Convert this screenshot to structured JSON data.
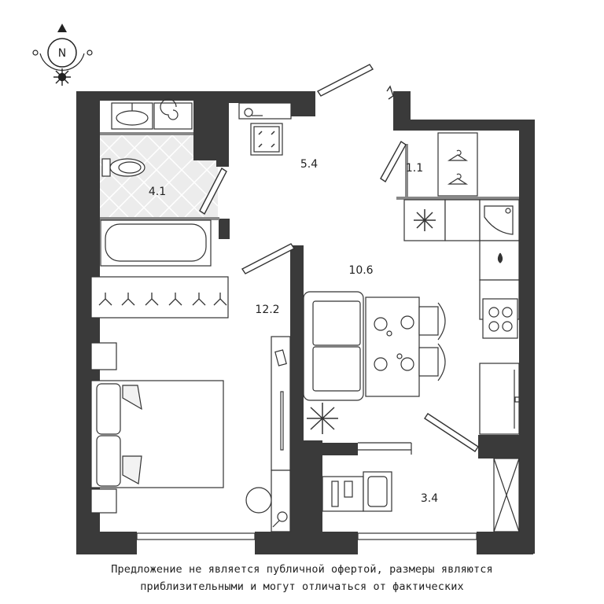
{
  "compass": {
    "north_label": "N",
    "icon": "compass-icon"
  },
  "rooms": [
    {
      "id": "bathroom",
      "area": "4.1"
    },
    {
      "id": "hallway",
      "area": "5.4"
    },
    {
      "id": "closet",
      "area": "1.1"
    },
    {
      "id": "kitchen-living",
      "area": "10.6"
    },
    {
      "id": "bedroom",
      "area": "12.2"
    },
    {
      "id": "balcony",
      "area": "3.4"
    }
  ],
  "disclaimer": {
    "line1": "Предложение не является публичной офертой, размеры являются",
    "line2": "приблизительными и могут отличаться от фактических"
  },
  "colors": {
    "wall": "#3a3a3a",
    "tile": "#ededed",
    "line": "#333333"
  }
}
